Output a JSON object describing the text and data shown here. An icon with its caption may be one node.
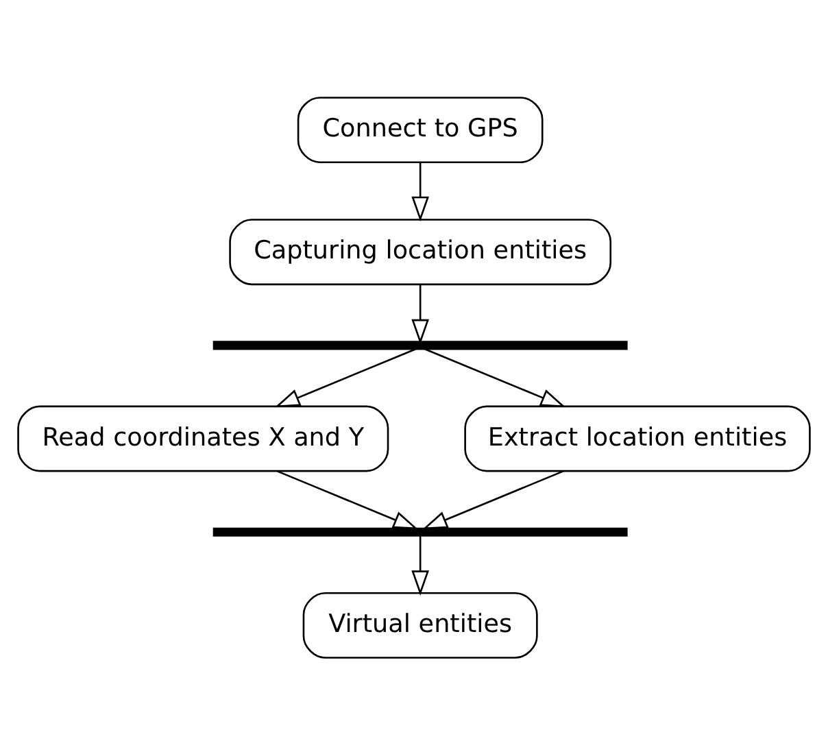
{
  "diagram": {
    "nodes": [
      {
        "text": [
          "Connect to GPS"
        ]
      },
      {
        "text": [
          "Capturing location entities"
        ]
      },
      {
        "text": [],
        "shape": "bar"
      },
      {
        "text": [
          "Read coordinates X and Y"
        ]
      },
      {
        "text": [
          "Extract location entities"
        ]
      },
      {
        "text": [],
        "shape": "bar"
      },
      {
        "text": [
          "Virtual entities"
        ]
      }
    ],
    "edges": [
      {
        "from": 0,
        "to": 1,
        "arrow": "to"
      },
      {
        "from": 1,
        "to": 2,
        "arrow": "to"
      },
      {
        "from": 2,
        "to": 3,
        "arrow": "to"
      },
      {
        "from": 2,
        "to": 4,
        "arrow": "to"
      },
      {
        "from": 3,
        "to": 5,
        "arrow": "to"
      },
      {
        "from": 4,
        "to": 5,
        "arrow": "to"
      },
      {
        "from": 5,
        "to": 6,
        "arrow": "to"
      }
    ]
  }
}
